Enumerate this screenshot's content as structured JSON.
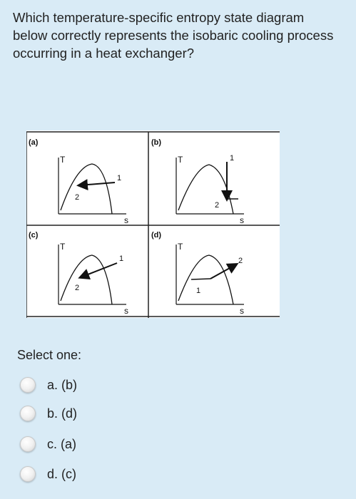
{
  "question": {
    "text": "Which temperature-specific entropy state diagram below correctly represents the isobaric cooling process occurring in a heat exchanger?"
  },
  "figure": {
    "panels": [
      {
        "label": "(a)",
        "t_axis": "T",
        "s_axis": "s",
        "state_1": "1",
        "state_2": "2"
      },
      {
        "label": "(b)",
        "t_axis": "T",
        "s_axis": "s",
        "state_1": "1",
        "state_2": "2"
      },
      {
        "label": "(c)",
        "t_axis": "T",
        "s_axis": "s",
        "state_1": "1",
        "state_2": "2"
      },
      {
        "label": "(d)",
        "t_axis": "T",
        "s_axis": "s",
        "state_1": "1",
        "state_2": "2"
      }
    ]
  },
  "select_label": "Select one:",
  "options": [
    {
      "label": "a. (b)"
    },
    {
      "label": "b. (d)"
    },
    {
      "label": "c. (a)"
    },
    {
      "label": "d. (c)"
    }
  ]
}
